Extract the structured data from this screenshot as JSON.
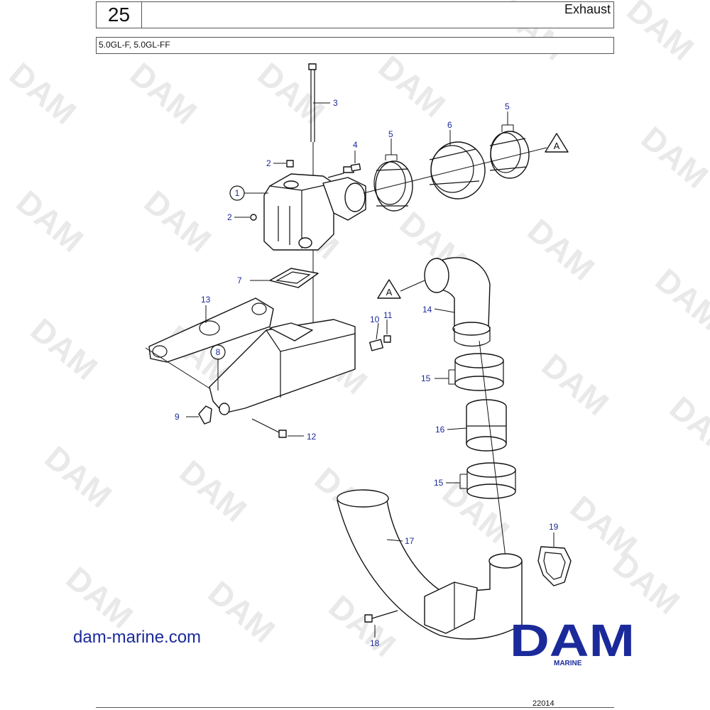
{
  "header": {
    "section_number": "25",
    "title": "Exhaust",
    "models": "5.0GL-F, 5.0GL-FF"
  },
  "watermark": "DAM",
  "callouts": {
    "c1": "1",
    "c2a": "2",
    "c2b": "2",
    "c3": "3",
    "c4": "4",
    "c5a": "5",
    "c5b": "5",
    "c6": "6",
    "c7": "7",
    "c8": "8",
    "c9": "9",
    "c10": "10",
    "c11": "11",
    "c12": "12",
    "c13": "13",
    "c14": "14",
    "c15a": "15",
    "c15b": "15",
    "c16": "16",
    "c17": "17",
    "c18": "18",
    "c19": "19"
  },
  "references": {
    "refA1": "A",
    "refA2": "A"
  },
  "footer": {
    "site": "dam-marine.com",
    "brand": "DAM",
    "brand_sub": "MARINE",
    "drawing_id": "22014"
  },
  "colors": {
    "callout": "#1b2a9a",
    "brand": "#1b2a9a",
    "watermark": "#e9e9e9"
  }
}
